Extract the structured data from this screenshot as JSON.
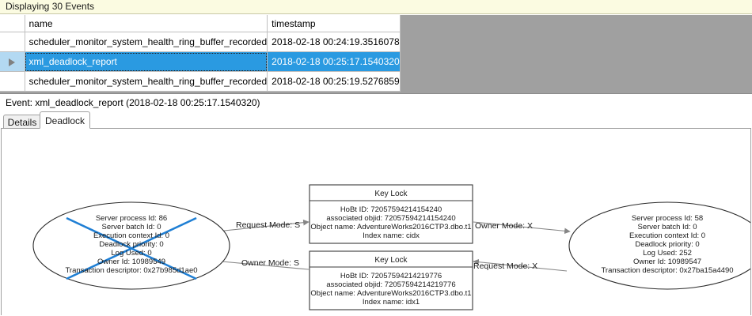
{
  "banner": {
    "text": "Displaying 30 Events"
  },
  "grid": {
    "columns": [
      "",
      "name",
      "timestamp"
    ],
    "rows": [
      {
        "selector": "",
        "name": "scheduler_monitor_system_health_ring_buffer_recorded",
        "timestamp": "2018-02-18 00:24:19.3516078",
        "selected": false
      },
      {
        "selector": "row-selector-arrow",
        "name": "xml_deadlock_report",
        "timestamp": "2018-02-18 00:25:17.1540320",
        "selected": true
      },
      {
        "selector": "",
        "name": "scheduler_monitor_system_health_ring_buffer_recorded",
        "timestamp": "2018-02-18 00:25:19.5276859",
        "selected": false
      }
    ]
  },
  "event_header": {
    "text": "Event: xml_deadlock_report (2018-02-18 00:25:17.1540320)"
  },
  "tabs": [
    {
      "label": "Details",
      "active": false
    },
    {
      "label": "Deadlock",
      "active": true
    }
  ],
  "deadlock_graph": {
    "process_left": {
      "lines": [
        "Server process Id: 86",
        "Server batch Id: 0",
        "Execution context Id: 0",
        "Deadlock priority: 0",
        "Log Used: 0",
        "Owner Id: 10989549",
        "Transaction descriptor: 0x27b985d1ae0"
      ],
      "is_victim": true
    },
    "process_right": {
      "lines": [
        "Server process Id: 58",
        "Server batch Id: 0",
        "Execution context Id: 0",
        "Deadlock priority: 0",
        "Log Used: 252",
        "Owner Id: 10989547",
        "Transaction descriptor: 0x27ba15a4490"
      ],
      "is_victim": false
    },
    "resource_top": {
      "title": "Key Lock",
      "lines": [
        "HoBt ID: 72057594214154240",
        "associated objid: 72057594214154240",
        "Object name: AdventureWorks2016CTP3.dbo.t1",
        "Index name: cidx"
      ]
    },
    "resource_bottom": {
      "title": "Key Lock",
      "lines": [
        "HoBt ID: 72057594214219776",
        "associated objid: 72057594214219776",
        "Object name: AdventureWorks2016CTP3.dbo.t1",
        "Index name: idx1"
      ]
    },
    "edges": [
      {
        "label": "Request Mode: S",
        "from": "process_left",
        "to": "resource_top"
      },
      {
        "label": "Owner Mode: X",
        "from": "resource_top",
        "to": "process_right"
      },
      {
        "label": "Owner Mode: S",
        "from": "resource_bottom",
        "to": "process_left"
      },
      {
        "label": "Request Mode: X",
        "from": "process_right",
        "to": "resource_bottom"
      }
    ]
  },
  "colors": {
    "banner_bg": "#fbfbe1",
    "selection_bg": "#2a9ae1",
    "row_header_selected_bg": "#b3d9f2",
    "grid_filler_bg": "#a0a0a0",
    "victim_cross": "#1f7fd4",
    "edge_line": "#868686"
  }
}
